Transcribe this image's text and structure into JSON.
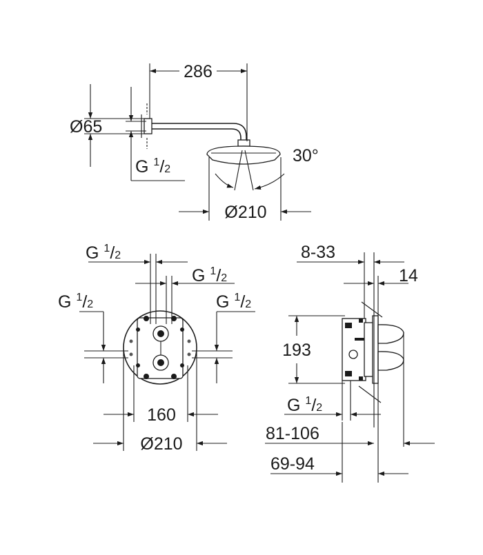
{
  "colors": {
    "ink": "#1a1a1a",
    "paper": "#ffffff",
    "mid": "#555555"
  },
  "icons": {
    "diameter": "diameter-sign",
    "arrow": "dimension-arrowhead"
  },
  "top_view": {
    "arm_length": "286",
    "flange_dia": "Ø65",
    "flange_thread": {
      "prefix": "G ",
      "num": "1",
      "sep": "/",
      "den": "2"
    },
    "head_angle": "30°",
    "head_dia": "Ø210"
  },
  "front_view": {
    "thread_top_left": {
      "prefix": "G ",
      "num": "1",
      "sep": "/",
      "den": "2"
    },
    "thread_top_right": {
      "prefix": "G ",
      "num": "1",
      "sep": "/",
      "den": "2"
    },
    "thread_left": {
      "prefix": "G ",
      "num": "1",
      "sep": "/",
      "den": "2"
    },
    "thread_right": {
      "prefix": "G ",
      "num": "1",
      "sep": "/",
      "den": "2"
    },
    "body_width": "160",
    "plate_dia": "Ø210"
  },
  "side_view": {
    "depth_range": "8-33",
    "plate_thickness": "14",
    "height": "193",
    "thread_bottom": {
      "prefix": "G ",
      "num": "1",
      "sep": "/",
      "den": "2"
    },
    "depth_81_106": "81-106",
    "depth_69_94": "69-94"
  }
}
